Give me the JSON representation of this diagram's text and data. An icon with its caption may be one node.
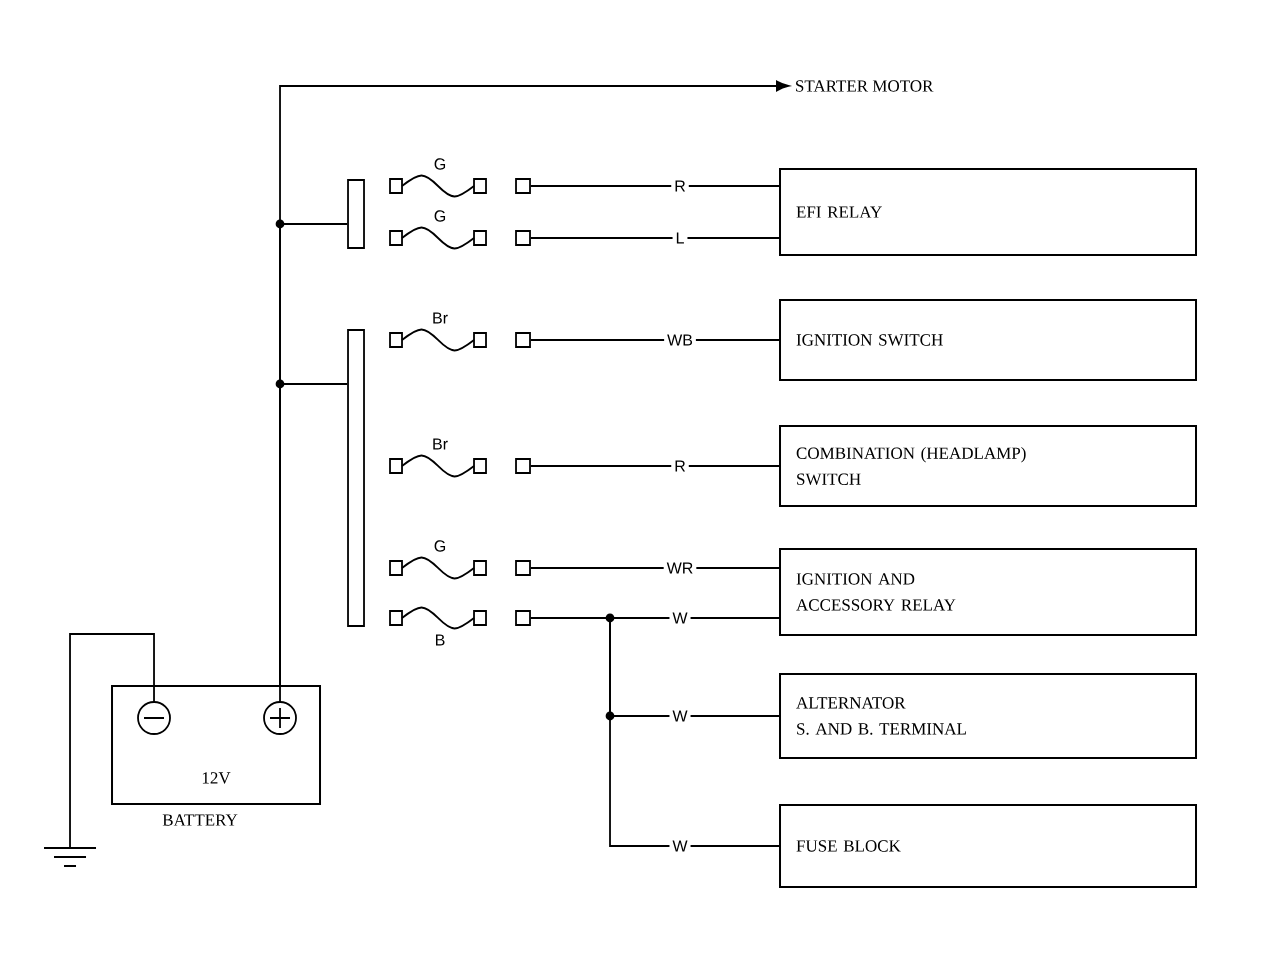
{
  "diagram": {
    "nodes": [
      {
        "text": [
          "STARTER MOTOR"
        ]
      },
      {
        "text": [
          "EFI RELAY"
        ]
      },
      {
        "text": [
          "IGNITION SWITCH"
        ]
      },
      {
        "text": [
          "COMBINATION (HEADLAMP) SWITCH"
        ]
      },
      {
        "text": [
          "IGNITION AND ACCESSORY RELAY"
        ]
      },
      {
        "text": [
          "ALTERNATOR",
          "S. AND B. TERMINAL"
        ]
      },
      {
        "text": [
          "FUSE BLOCK"
        ]
      },
      {
        "text": [
          "12V"
        ],
        "beside": [
          "BATTERY"
        ]
      },
      {
        "text": [],
        "shape": "ground"
      },
      {
        "text": [],
        "shape": "bar"
      },
      {
        "text": [],
        "shape": "bar"
      },
      {
        "text": [],
        "shape": "fuse",
        "beside": [
          "G"
        ]
      },
      {
        "text": [],
        "shape": "fuse",
        "beside": [
          "G"
        ]
      },
      {
        "text": [],
        "shape": "fuse",
        "beside": [
          "Br"
        ]
      },
      {
        "text": [],
        "shape": "fuse",
        "beside": [
          "Br"
        ]
      },
      {
        "text": [],
        "shape": "fuse",
        "beside": [
          "G"
        ]
      },
      {
        "text": [],
        "shape": "fuse",
        "beside": [
          "B"
        ]
      }
    ],
    "edges": [
      {
        "from": 11,
        "to": 1,
        "arrow": "none",
        "label": "R"
      },
      {
        "from": 12,
        "to": 1,
        "arrow": "none",
        "label": "L"
      },
      {
        "from": 13,
        "to": 2,
        "arrow": "none",
        "label": "WB"
      },
      {
        "from": 14,
        "to": 3,
        "arrow": "none",
        "label": "R"
      },
      {
        "from": 15,
        "to": 4,
        "arrow": "none",
        "label": "WR"
      },
      {
        "from": 16,
        "to": 4,
        "arrow": "none",
        "label": "W"
      },
      {
        "from": 16,
        "to": 5,
        "arrow": "none",
        "label": "W"
      },
      {
        "from": 16,
        "to": 6,
        "arrow": "none",
        "label": "W"
      },
      {
        "from": 7,
        "to": 0,
        "arrow": "to"
      },
      {
        "from": 7,
        "to": 9,
        "arrow": "none"
      },
      {
        "from": 7,
        "to": 10,
        "arrow": "none"
      },
      {
        "from": 7,
        "to": 8,
        "arrow": "none"
      }
    ]
  }
}
